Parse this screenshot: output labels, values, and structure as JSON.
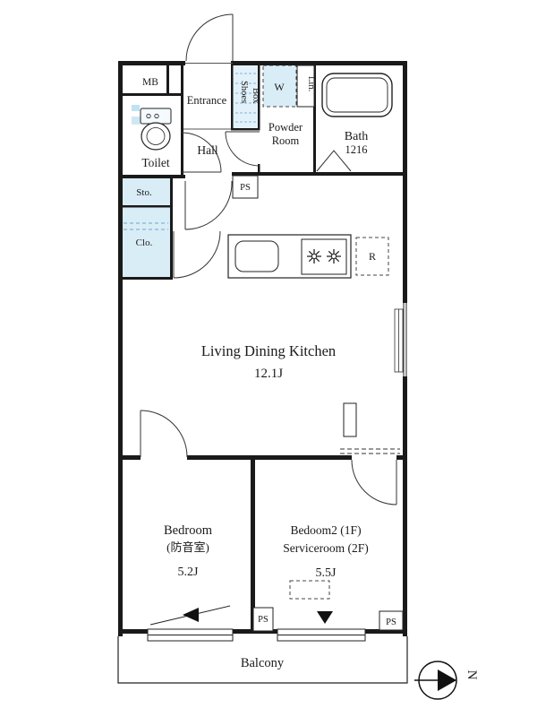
{
  "rooms": {
    "ldk_name": "Living Dining Kitchen",
    "ldk_size": "12.1J",
    "bedroom1_name": "Bedroom",
    "bedroom1_sub": "(防音室)",
    "bedroom1_size": "5.2J",
    "bedroom2_line1": "Bedoom2 (1F)",
    "bedroom2_line2": "Serviceroom (2F)",
    "bedroom2_size": "5.5J",
    "bath_name": "Bath",
    "bath_size": "1216",
    "powder_line1": "Powder",
    "powder_line2": "Room",
    "toilet": "Toilet",
    "hall": "Hall",
    "entrance": "Entrance",
    "balcony": "Balcony"
  },
  "fixtures": {
    "mb": "MB",
    "shoes_line1": "Shoes",
    "shoes_line2": "Box",
    "washer": "W",
    "linen": "Lin.",
    "storage": "Sto.",
    "closet": "Clo.",
    "ps": "PS",
    "fridge": "R",
    "compass_north": "N"
  },
  "colors": {
    "wall": "#1a1a1a",
    "fixture_fill": "#d9edf7",
    "accent_blue": "#bfe3f2",
    "background": "#ffffff"
  }
}
